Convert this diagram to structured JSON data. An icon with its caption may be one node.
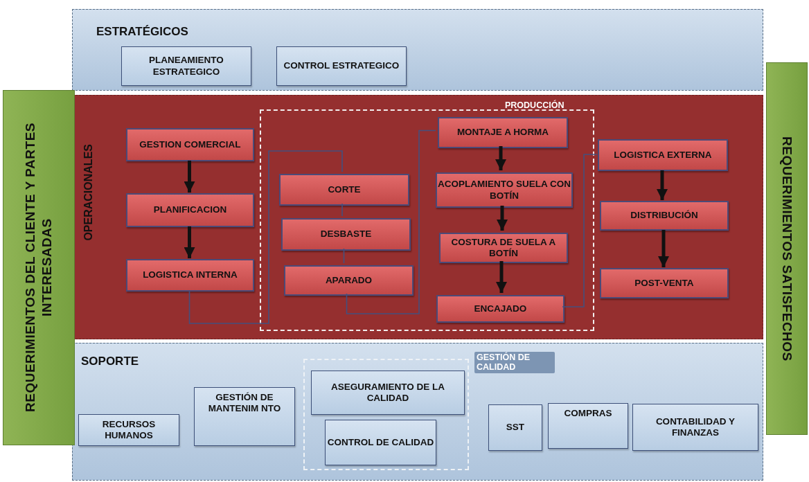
{
  "diagram": {
    "nodes": [
      {
        "text": [
          "REQUERIMIENTOS DEL CLIENTE Y PARTES INTERESADAS"
        ]
      },
      {
        "text": [
          "REQUERIMIENTOS SATISFECHOS"
        ]
      },
      {
        "text": [
          "ESTRATÉGICOS"
        ]
      },
      {
        "text": [
          "PLANEAMIENTO ESTRATEGICO"
        ],
        "in": 2
      },
      {
        "text": [
          "CONTROL ESTRATEGICO"
        ],
        "in": 2
      },
      {
        "text": [
          "OPERACIONALES"
        ]
      },
      {
        "text": [
          "GESTION COMERCIAL"
        ],
        "in": 5
      },
      {
        "text": [
          "PLANIFICACION"
        ],
        "in": 5
      },
      {
        "text": [
          "LOGISTICA INTERNA"
        ],
        "in": 5
      },
      {
        "text": [
          "PRODUCCIÓN"
        ],
        "in": 5
      },
      {
        "text": [
          "CORTE"
        ],
        "in": 9
      },
      {
        "text": [
          "DESBASTE"
        ],
        "in": 9
      },
      {
        "text": [
          "APARADO"
        ],
        "in": 9
      },
      {
        "text": [
          "MONTAJE A HORMA"
        ],
        "in": 9
      },
      {
        "text": [
          "ACOPLAMIENTO SUELA CON BOTÍN"
        ],
        "in": 9
      },
      {
        "text": [
          "COSTURA DE SUELA A BOTÍN"
        ],
        "in": 9
      },
      {
        "text": [
          "ENCAJADO"
        ],
        "in": 9
      },
      {
        "text": [
          "LOGISTICA EXTERNA"
        ],
        "in": 5
      },
      {
        "text": [
          "DISTRIBUCIÓN"
        ],
        "in": 5
      },
      {
        "text": [
          "POST-VENTA"
        ],
        "in": 5
      },
      {
        "text": [
          "SOPORTE"
        ]
      },
      {
        "text": [
          "RECURSOS HUMANOS"
        ],
        "in": 20
      },
      {
        "text": [
          "GESTIÓN DE MANTENIM NTO"
        ],
        "in": 20
      },
      {
        "text": [
          "GESTIÓN DE CALIDAD"
        ],
        "in": 20
      },
      {
        "text": [
          "ASEGURAMIENTO DE LA CALIDAD"
        ],
        "in": 23
      },
      {
        "text": [
          "CONTROL DE CALIDAD"
        ],
        "in": 23
      },
      {
        "text": [
          "SST"
        ],
        "in": 20
      },
      {
        "text": [
          "COMPRAS"
        ],
        "in": 20
      },
      {
        "text": [
          "CONTABILIDAD Y FINANZAS"
        ],
        "in": 20
      }
    ],
    "edges": [
      {
        "from": 6,
        "to": 7,
        "arrow": "to"
      },
      {
        "from": 7,
        "to": 8,
        "arrow": "to"
      },
      {
        "from": 8,
        "to": 10,
        "arrow": "none",
        "color": "#44507e"
      },
      {
        "from": 10,
        "to": 11,
        "arrow": "none",
        "color": "#44507e"
      },
      {
        "from": 11,
        "to": 12,
        "arrow": "none",
        "color": "#44507e"
      },
      {
        "from": 12,
        "to": 13,
        "arrow": "none",
        "color": "#44507e"
      },
      {
        "from": 13,
        "to": 14,
        "arrow": "to"
      },
      {
        "from": 14,
        "to": 15,
        "arrow": "to"
      },
      {
        "from": 15,
        "to": 16,
        "arrow": "to"
      },
      {
        "from": 16,
        "to": 17,
        "arrow": "none",
        "color": "#44507e"
      },
      {
        "from": 17,
        "to": 18,
        "arrow": "to"
      },
      {
        "from": 18,
        "to": 19,
        "arrow": "to"
      }
    ]
  }
}
